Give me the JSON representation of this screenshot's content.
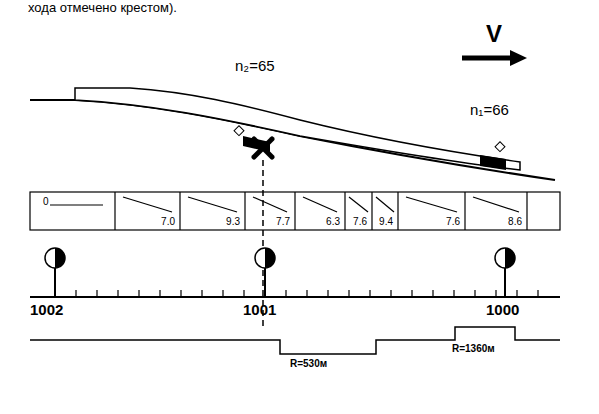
{
  "diagram": {
    "nodes": [
      {
        "text": [
          "0"
        ]
      },
      {
        "text": [
          "7.0"
        ]
      },
      {
        "text": [
          "9.3"
        ]
      },
      {
        "text": [
          "7.7"
        ]
      },
      {
        "text": [
          "6.3"
        ]
      },
      {
        "text": [
          "7.6"
        ]
      },
      {
        "text": [
          "9.4"
        ]
      },
      {
        "text": [
          "7.6"
        ]
      },
      {
        "text": [
          "8.6"
        ]
      }
    ],
    "labels": [
      "хода отмечено крестом).",
      "V",
      "n₂=65",
      "n₁=66",
      "1002",
      "1001",
      "1000",
      "R=530м",
      "R=1360м"
    ]
  }
}
